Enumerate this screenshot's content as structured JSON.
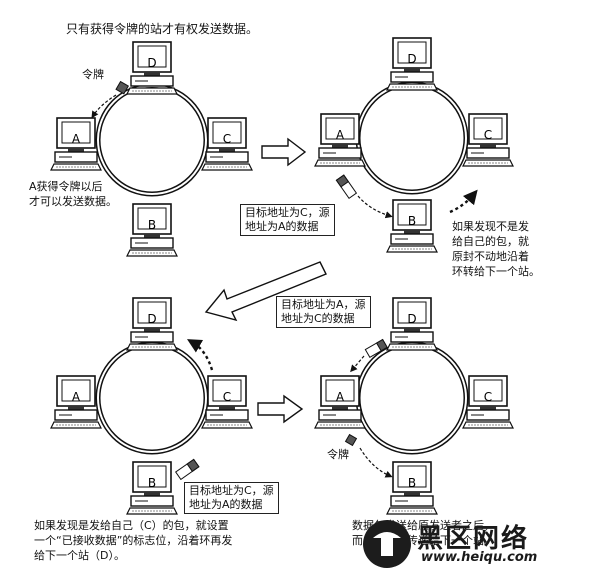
{
  "title": "只有获得令牌的站才有权发送数据。",
  "stations": {
    "A": "A",
    "B": "B",
    "C": "C",
    "D": "D"
  },
  "token_label": "令牌",
  "panel1": {
    "note_line1": "A获得令牌以后",
    "note_line2": "才可以发送数据。"
  },
  "panel2": {
    "box_line1": "目标地址为C，源",
    "box_line2": "地址为A的数据",
    "note_line1": "如果发现不是发",
    "note_line2": "给自己的包，就",
    "note_line3": "原封不动地沿着",
    "note_line4": "环转给下一个站。"
  },
  "panel3": {
    "box_line1": "目标地址为C，源",
    "box_line2": "地址为A的数据",
    "note_line1": "如果发现是发给自己（C）的包，就设置",
    "note_line2": "一个“已接收数据”的标志位，沿着环再发",
    "note_line3": "给下一个站（D）。"
  },
  "panel4": {
    "box_line1": "目标地址为A，源",
    "box_line2": "地址为C的数据",
    "note_line1": "数据包发送给原发送者之后，",
    "note_line2": "而后沿着环传递给下一个站。"
  },
  "watermark": {
    "brand": "黑区网络",
    "url": "www.heiqu.com"
  }
}
